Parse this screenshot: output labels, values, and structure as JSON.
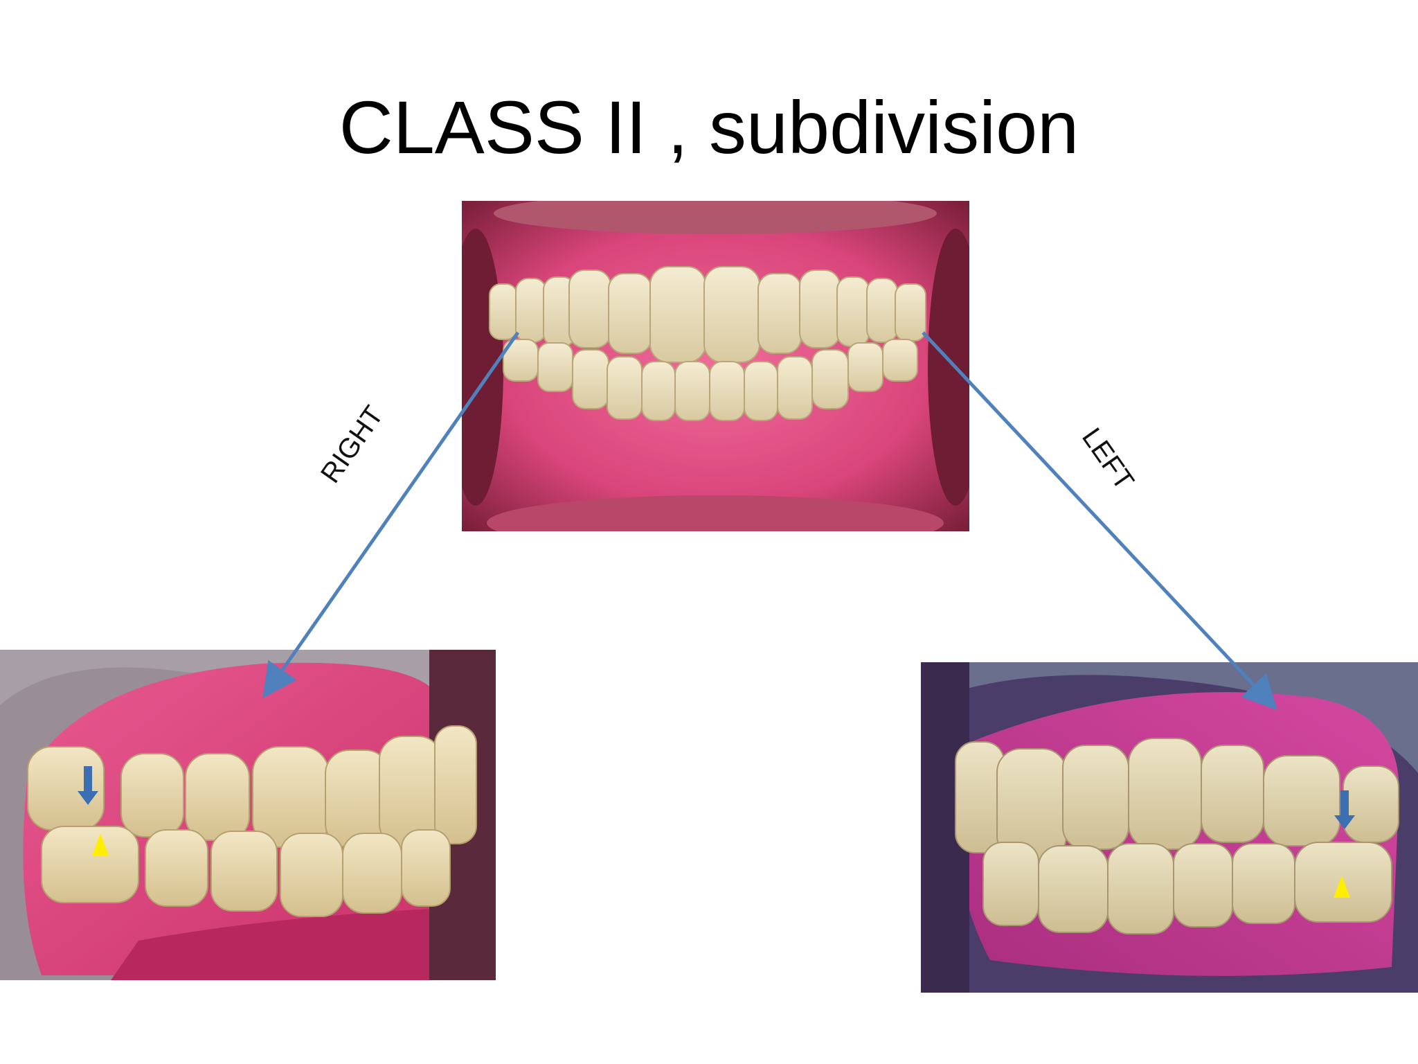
{
  "slide": {
    "title": "CLASS II , subdivision",
    "label_right": "RIGHT",
    "label_left": "LEFT"
  },
  "colors": {
    "arrow": "#4f81bd",
    "marker_arrow": "#3c6fb2",
    "marker_triangle": "#ffee00",
    "gingiva": "#d9457a",
    "tooth": "#e8dcb8"
  },
  "images": {
    "front": "frontal-intraoral-photo",
    "right": "right-buccal-photo",
    "left": "left-buccal-photo"
  }
}
